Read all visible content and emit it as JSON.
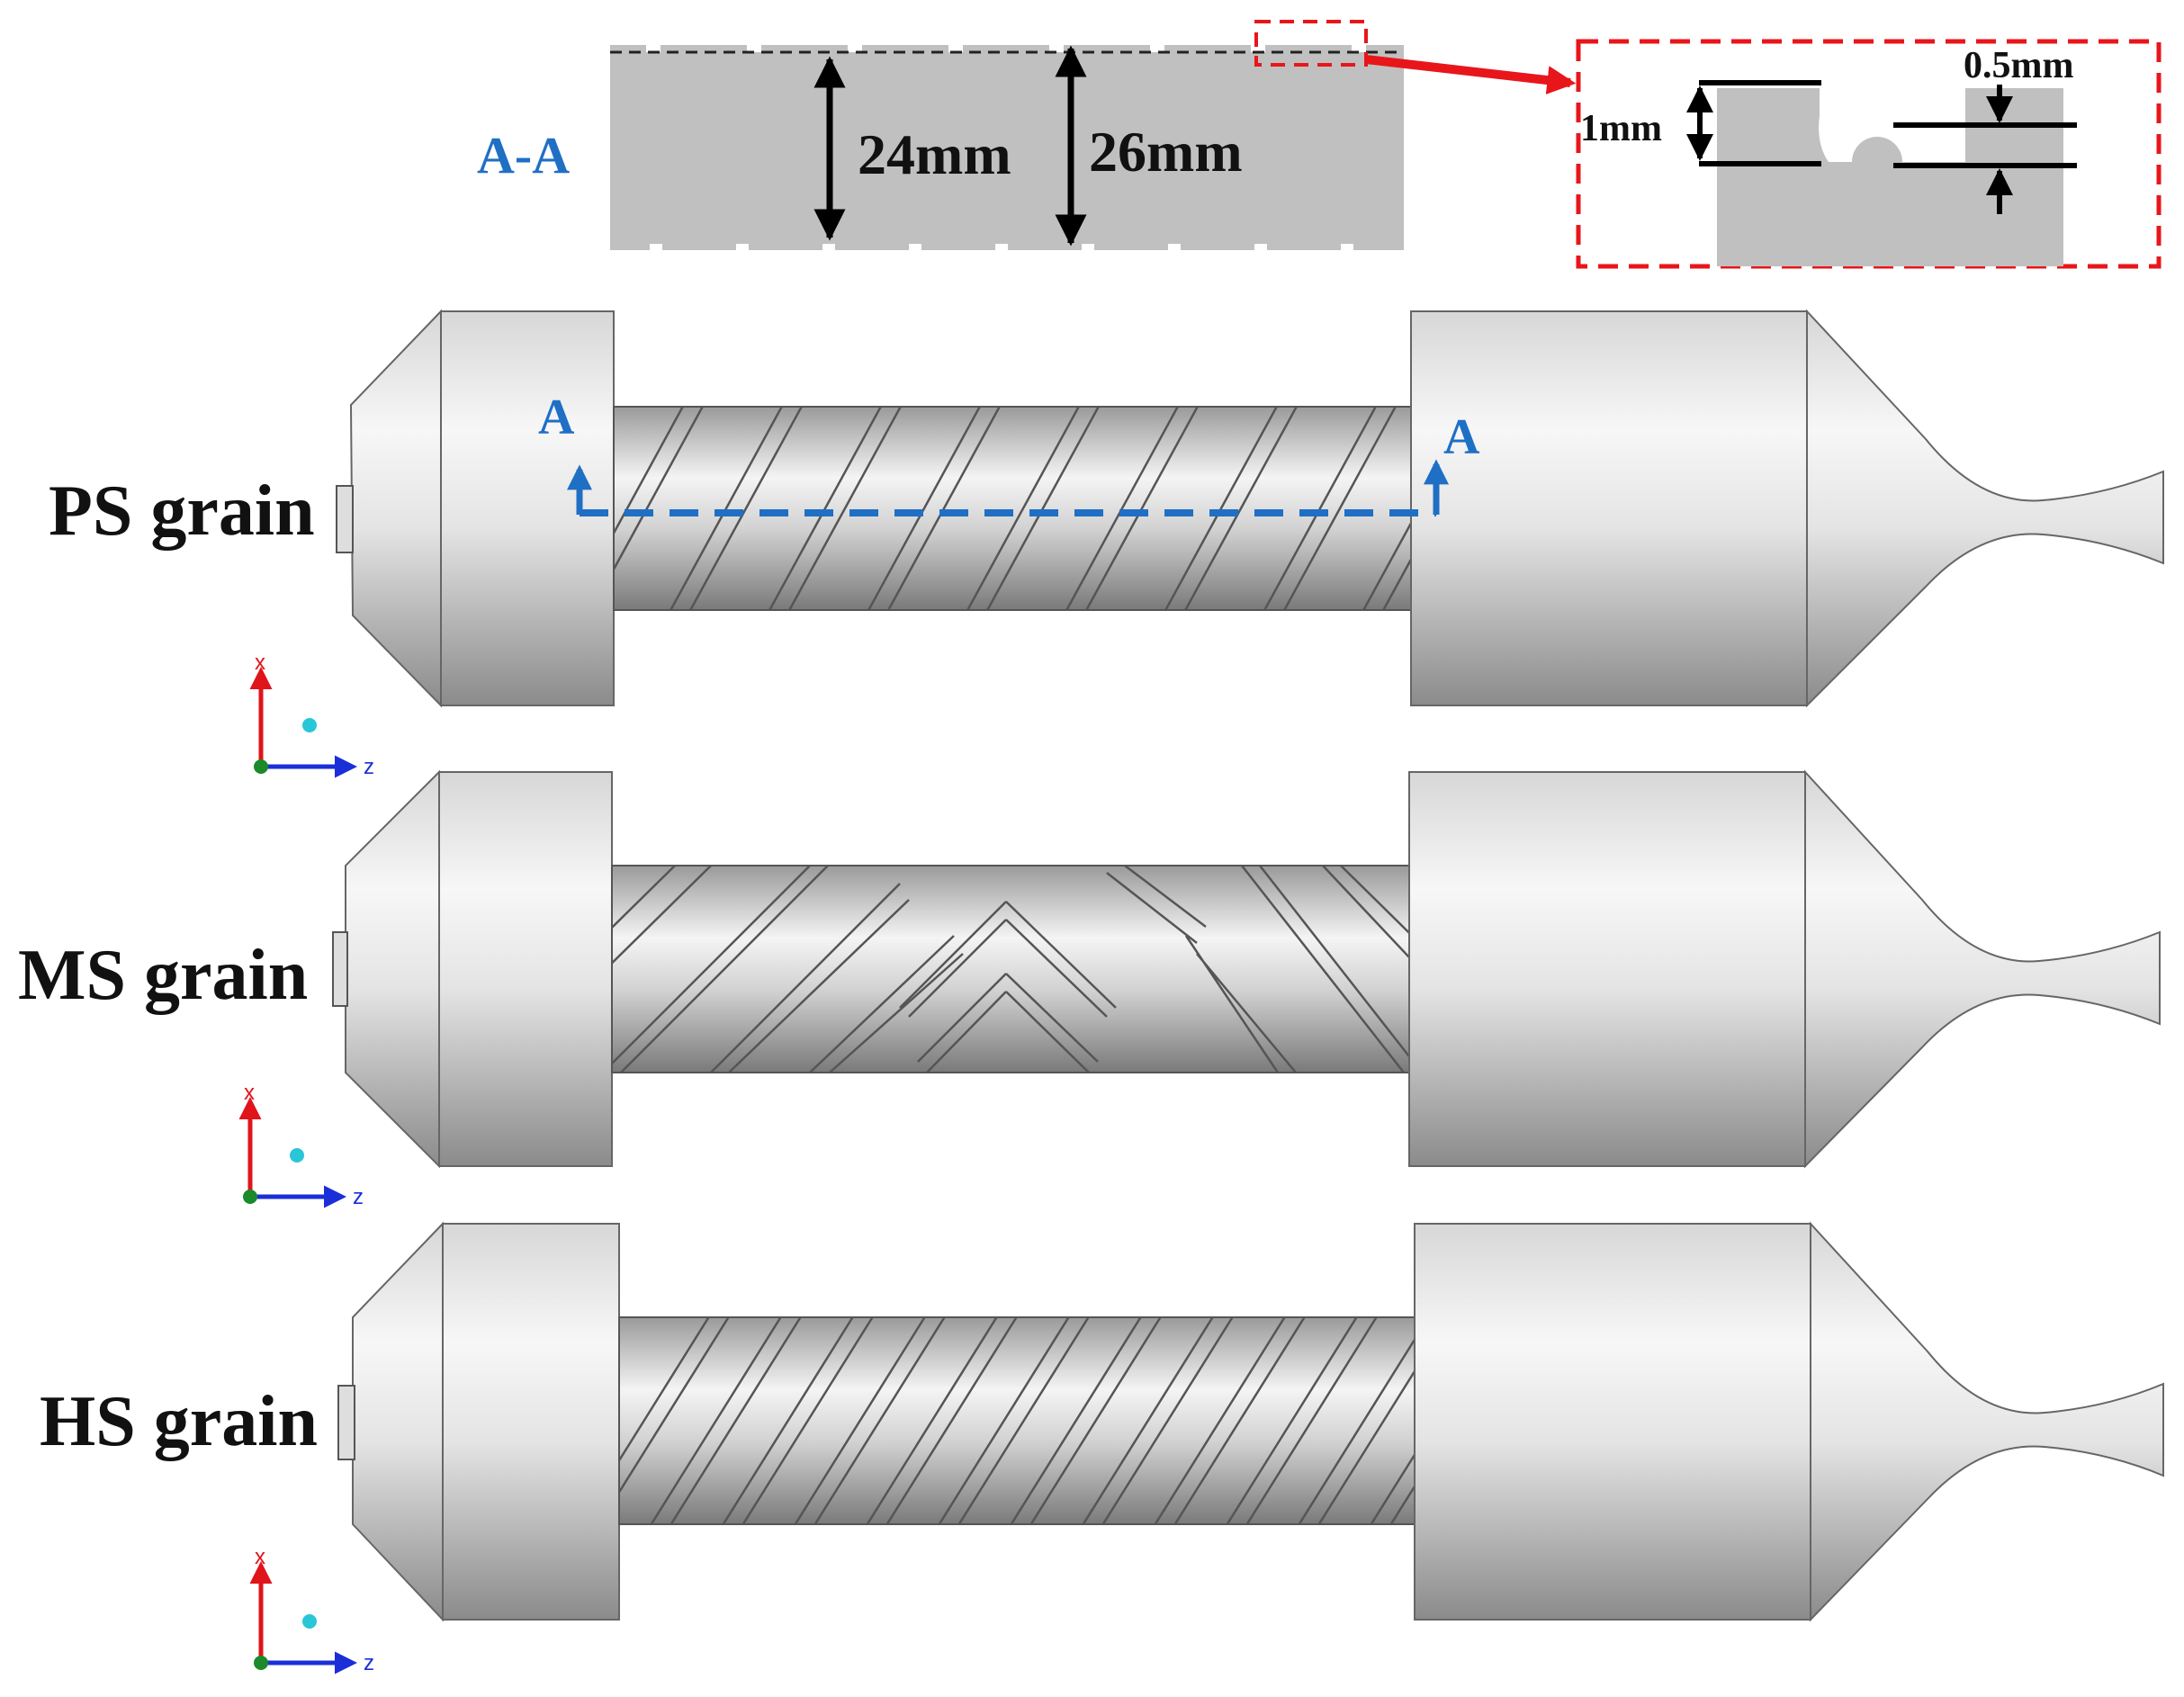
{
  "section": {
    "label": "A-A",
    "dim_inner": "24mm",
    "dim_outer": "26mm",
    "cut_marker": "A"
  },
  "detail": {
    "depth_label": "1mm",
    "width_label": "0.5mm"
  },
  "motors": [
    {
      "label": "PS grain",
      "pattern": "parallel-spiral"
    },
    {
      "label": "MS grain",
      "pattern": "mixed-spiral"
    },
    {
      "label": "HS grain",
      "pattern": "helical-spiral"
    }
  ],
  "axes": {
    "x_label": "x",
    "z_label": "z"
  },
  "colors": {
    "section_blue": "#1f6fc5",
    "detail_red": "#e8161b",
    "grain_grey": "#bdbdbd",
    "axis_x": "#e0141b",
    "axis_z": "#1a2fd8",
    "origin": "#1a8a2a",
    "axis_dot": "#29c6d8"
  }
}
